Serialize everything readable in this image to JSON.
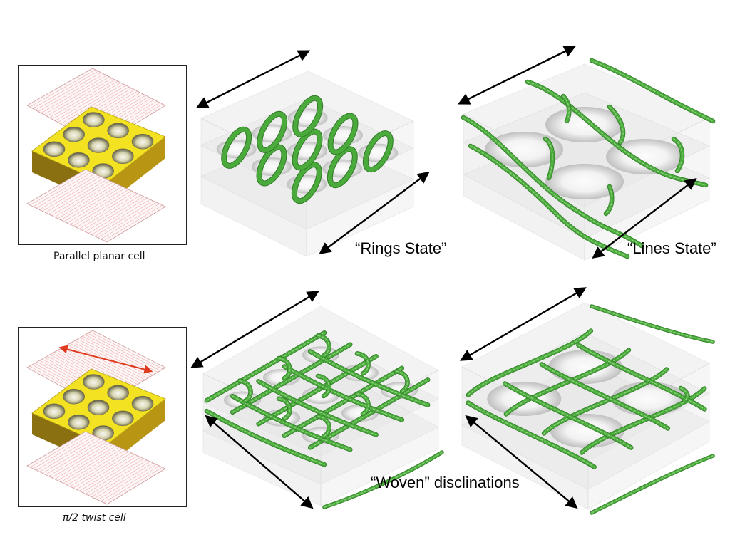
{
  "captions": {
    "parallel": "Parallel planar cell",
    "twist": "π/2 twist cell"
  },
  "labels": {
    "rings": "“Rings State”",
    "lines": "“Lines State”",
    "woven": "“Woven” disclinations"
  },
  "colors": {
    "substrate": "#f2e222",
    "substrate_side": "#c9a81a",
    "rub_lines": "#e07070",
    "twist_arrow": "#e03a1e",
    "defect": "#4aaa3c",
    "arrow": "#000000"
  }
}
